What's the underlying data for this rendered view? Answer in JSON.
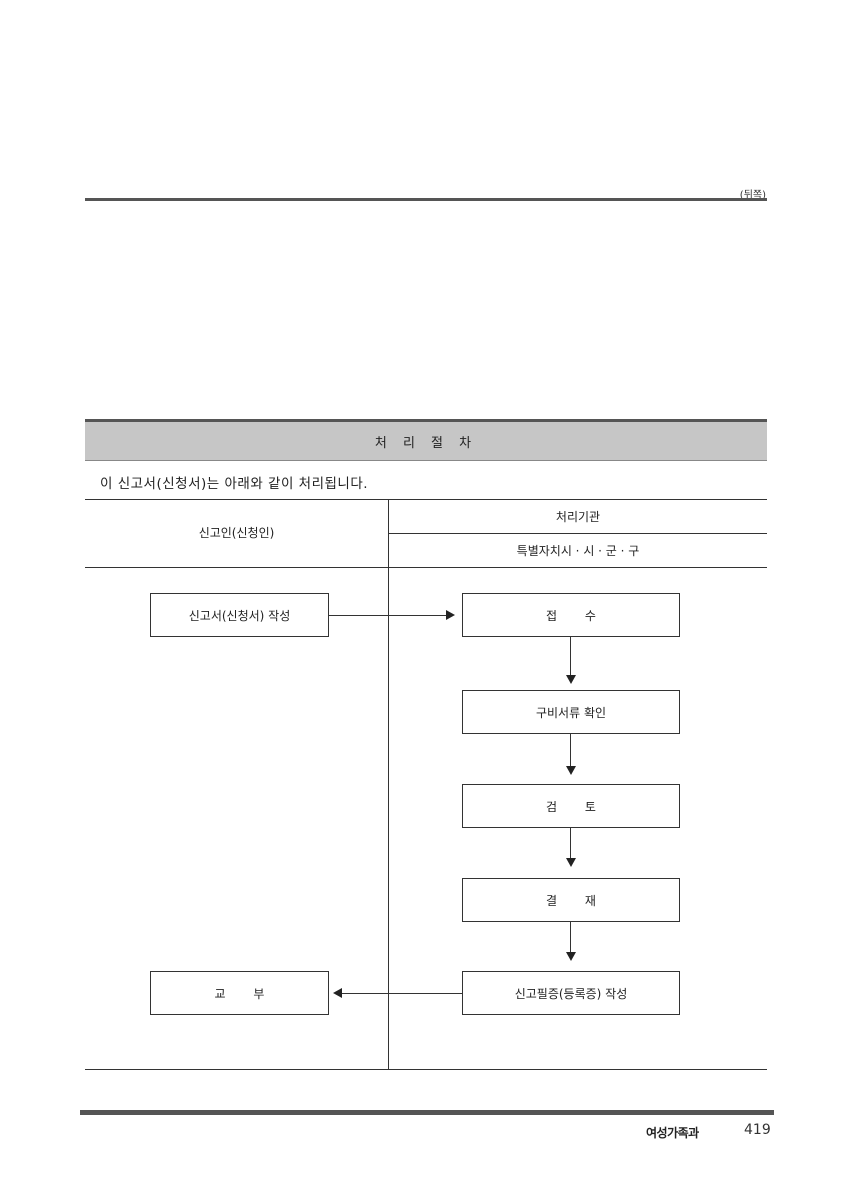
{
  "page": {
    "back_label": "(뒤쪽)",
    "section_title": "처 리 절 차",
    "intro": "이 신고서(신청서)는 아래와 같이 처리됩니다.",
    "columns": {
      "applicant": "신고인(신청인)",
      "agency": "처리기관",
      "agency_sub": "특별자치시 · 시 · 군 · 구"
    },
    "steps": {
      "write": "신고서(신청서) 작성",
      "receive": "접 수",
      "check_docs": "구비서류 확인",
      "review": "검 토",
      "approve": "결 재",
      "issue_cert": "신고필증(등록증) 작성",
      "deliver": "교 부"
    }
  },
  "footer": {
    "department": "여성가족과",
    "page_number": "419"
  }
}
